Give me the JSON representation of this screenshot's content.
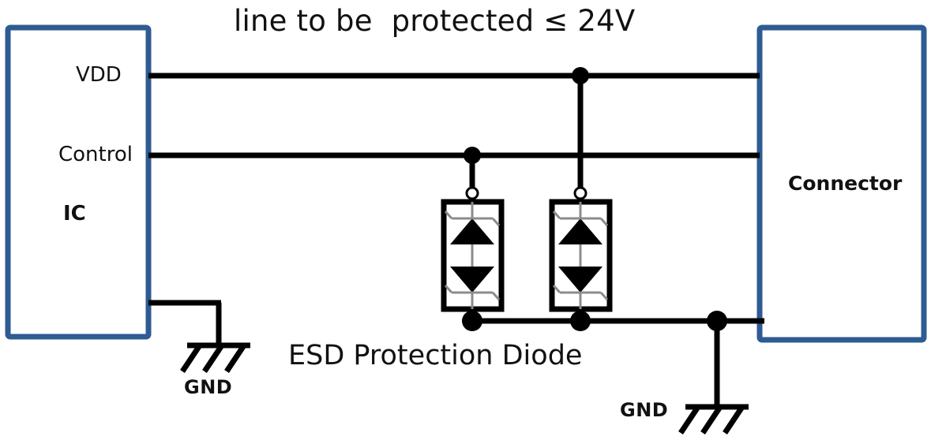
{
  "diagram": {
    "title": "line to be  protected ≤ 24V",
    "caption": "ESD Protection Diode",
    "colors": {
      "block_border": "#2E5B92",
      "wire": "#000000",
      "symbol_inner": "#8c8c8c",
      "background": "#FFFFFF"
    },
    "blocks": [
      {
        "id": "ic",
        "label": "IC",
        "pins": [
          {
            "id": "vdd",
            "label": "VDD"
          },
          {
            "id": "control",
            "label": "Control"
          }
        ]
      },
      {
        "id": "connector",
        "label": "Connector",
        "pins": []
      }
    ],
    "components": [
      {
        "id": "esd-diode-1",
        "type": "bidirectional-zener-esd-diode",
        "connected_to": "control"
      },
      {
        "id": "esd-diode-2",
        "type": "bidirectional-zener-esd-diode",
        "connected_to": "vdd"
      }
    ],
    "grounds": [
      {
        "id": "gnd-left",
        "label": "GND"
      },
      {
        "id": "gnd-right",
        "label": "GND"
      }
    ],
    "nets": [
      {
        "id": "net-vdd",
        "from": "ic.VDD",
        "to": "connector"
      },
      {
        "id": "net-control",
        "from": "ic.Control",
        "to": "connector"
      },
      {
        "id": "net-gnd-rail",
        "from": "esd-diode-1",
        "to": "connector"
      }
    ]
  }
}
